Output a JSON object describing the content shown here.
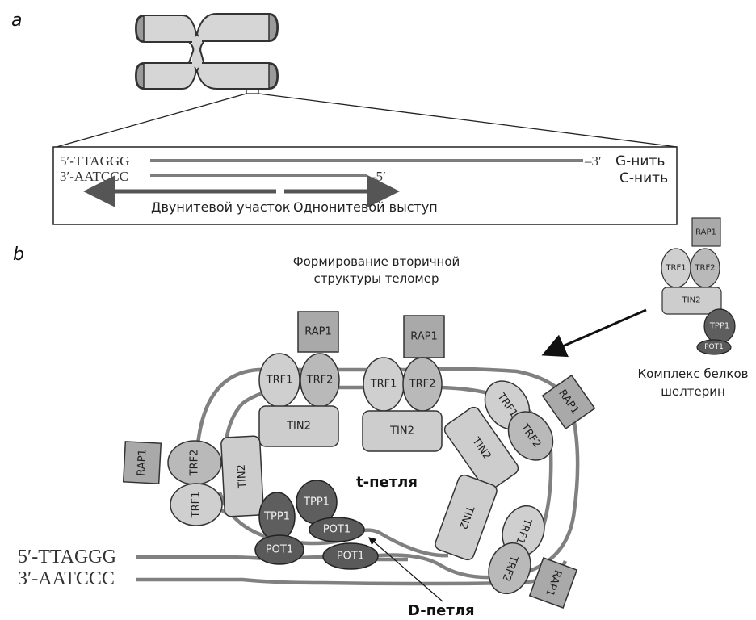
{
  "panels": {
    "a": "a",
    "b": "b"
  },
  "panel_a": {
    "g_strand_5": "5′-TTAGGG",
    "g_strand_3": "–3′",
    "c_strand_3": "3′-AATCCC",
    "c_strand_5": "–5′",
    "g_label": "G-нить",
    "c_label": "C-нить",
    "double_strand_label": "Двунитевой участок",
    "single_overhang_label": "Однонитевой выступ"
  },
  "panel_b": {
    "title_line1": "Формирование вторичной",
    "title_line2": "структуры теломер",
    "t_loop_label": "t-петля",
    "d_loop_label": "D-петля",
    "strand_5": "5′-TTAGGG",
    "strand_3": "3′-AATCCC",
    "complex_label_line1": "Комплекс белков",
    "complex_label_line2": "шелтерин"
  },
  "proteins": {
    "rap1": "RAP1",
    "trf1": "TRF1",
    "trf2": "TRF2",
    "tin2": "TIN2",
    "tpp1": "TPP1",
    "pot1": "POT1"
  },
  "colors": {
    "chromosome_body": "#d6d6d6",
    "telomere_cap": "#9a9a9a",
    "rap1": "#a9a9a9",
    "trf1": "#cfcfcf",
    "trf2": "#b9b9b9",
    "tin2": "#cdcdcd",
    "tpp1": "#5e5e5e",
    "pot1": "#5a5a5a",
    "dna": "#7d7d7d"
  }
}
